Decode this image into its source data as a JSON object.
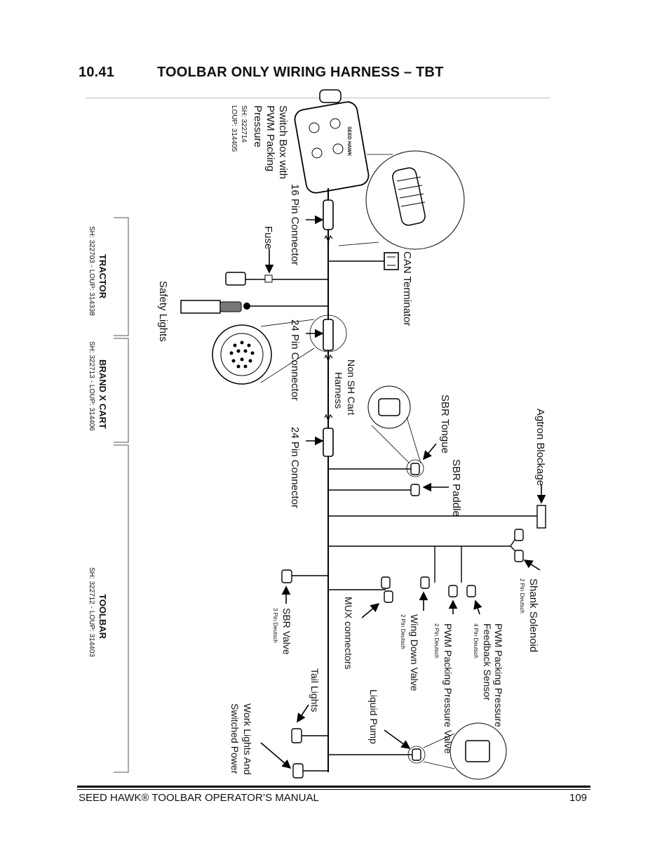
{
  "heading": {
    "number": "10.41",
    "title": "TOOLBAR ONLY WIRING HARNESS – TBT"
  },
  "diagram": {
    "switch_box": {
      "title": "Switch Box with",
      "line2": "PWM Packing",
      "line3": "Pressure",
      "sh": "SH: 322714",
      "loup": "LOUP: 314405"
    },
    "switch_brand": "SEED HAWK",
    "labels": {
      "pin16": "16 Pin Connector",
      "fuse": "Fuse",
      "can": "CAN Terminator",
      "safety": "Safety Lights",
      "pin24a": "24 Pin Connector",
      "nonsh1": "Non SH Cart",
      "nonsh2": "Harness",
      "pin24b": "24 Pin Connector",
      "sbr_tongue": "SBR Tongue",
      "sbr_paddle": "SBR Paddle",
      "agtron": "Agtron Blockage",
      "shank": "Shank Solenoid",
      "shank_sub": "2 Pin Deutsch",
      "pwm_fb1": "PWM Packing Pressure",
      "pwm_fb2": "Feedback Sensor",
      "pwm_fb_sub": "4 Pin Deutsch",
      "pwm_valve": "PWM Packing Pressure Valve",
      "pwm_valve_sub": "2 Pin Deutsch",
      "wing": "Wing Down Valve",
      "wing_sub": "2 Pin Deutsch",
      "mux": "MUX connectors",
      "sbr_valve": "SBR Valve",
      "sbr_valve_sub": "3 Pin Deutsch",
      "liquid": "Liquid Pump",
      "tail": "Tail Lights",
      "work1": "Work Lights And",
      "work2": "Switched Power"
    },
    "sections": [
      {
        "name": "TRACTOR",
        "part": "SH: 322703 - LOUP: 314338"
      },
      {
        "name": "BRAND X CART",
        "part": "SH: 322713 - LOUP: 314406"
      },
      {
        "name": "TOOLBAR",
        "part": "SH: 322712 - LOUP: 314403"
      }
    ]
  },
  "footer": {
    "left": "SEED HAWK® TOOLBAR OPERATOR’S MANUAL",
    "page": "109"
  }
}
